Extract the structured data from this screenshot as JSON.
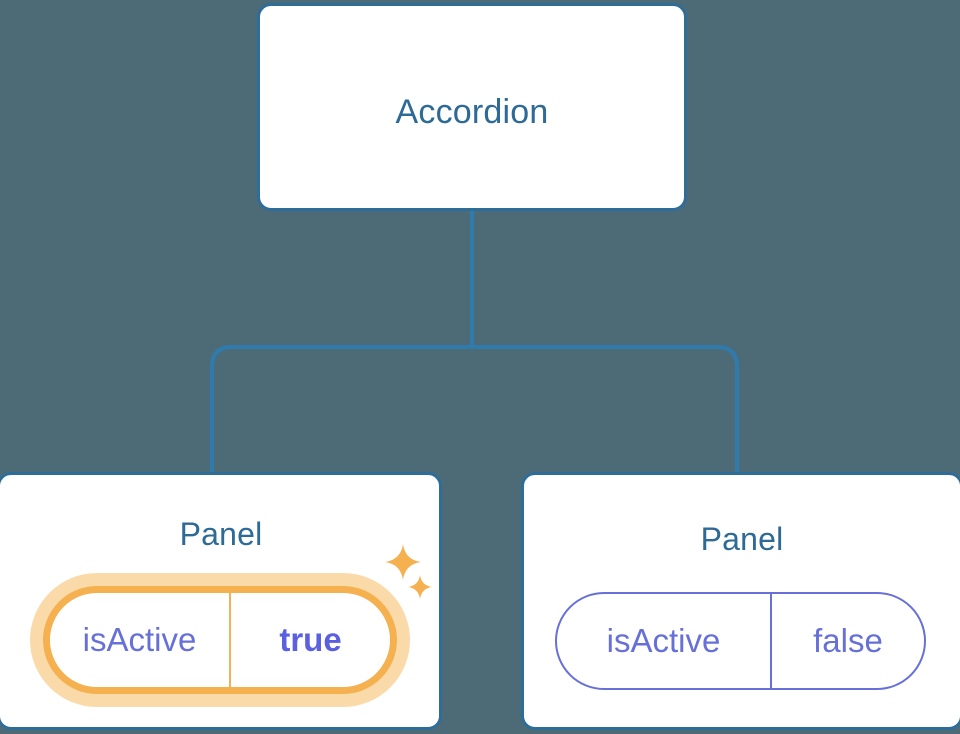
{
  "diagram": {
    "title": "Accordion",
    "background_color": "#4d6b77",
    "node_border_color": "#2f6d99",
    "node_title_color": "#2d6a96",
    "connector_color": "#2f7bad",
    "highlight_color": "#f5b14f",
    "highlight_glow_color": "#fbdaa9",
    "prop_text_color": "#6670d8",
    "prop_value_highlight_color": "#5b60e0"
  },
  "root": {
    "label": "Accordion"
  },
  "panels": [
    {
      "label": "Panel",
      "highlighted": true,
      "prop": {
        "key": "isActive",
        "value": "true"
      },
      "sparkles": [
        "sparkle-icon",
        "sparkle-icon"
      ]
    },
    {
      "label": "Panel",
      "highlighted": false,
      "prop": {
        "key": "isActive",
        "value": "false"
      }
    }
  ]
}
